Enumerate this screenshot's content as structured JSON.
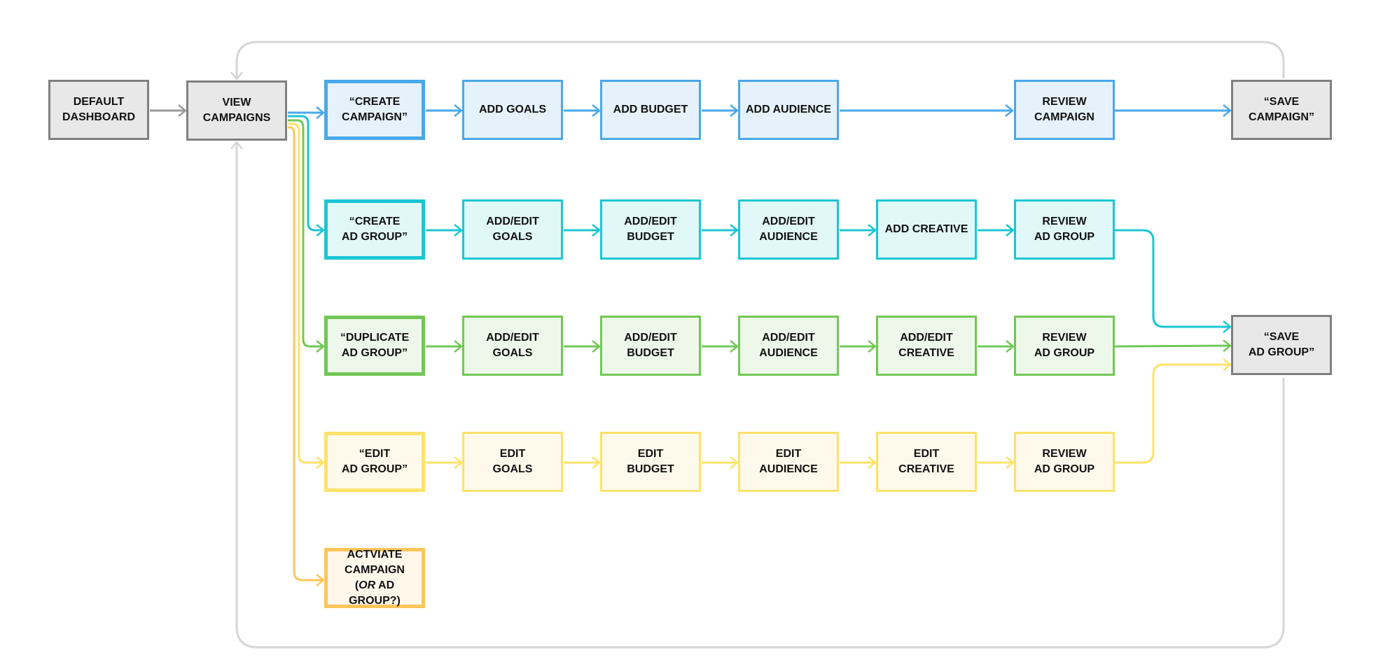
{
  "colors": {
    "gray": "#808080",
    "blue": "#4aa8ea",
    "cyan": "#1cc6d2",
    "green": "#72c856",
    "yellow": "#fde26a",
    "orange": "#fdc659",
    "loop": "#d6d6d6"
  },
  "nodes": {
    "default_dashboard": {
      "line1": "DEFAULT",
      "line2": "DASHBOARD"
    },
    "view_campaigns": {
      "line1": "VIEW",
      "line2": "CAMPAIGNS"
    },
    "create_campaign": {
      "line1": "“CREATE",
      "line2": "CAMPAIGN”"
    },
    "add_goals": {
      "line1": "ADD GOALS"
    },
    "add_budget": {
      "line1": "ADD BUDGET"
    },
    "add_audience": {
      "line1": "ADD AUDIENCE"
    },
    "review_campaign": {
      "line1": "REVIEW",
      "line2": "CAMPAIGN"
    },
    "save_campaign": {
      "line1": "“SAVE",
      "line2": "CAMPAIGN”"
    },
    "create_ad_group": {
      "line1": "“CREATE",
      "line2": "AD GROUP”"
    },
    "cag_goals": {
      "line1": "ADD/EDIT",
      "line2": "GOALS"
    },
    "cag_budget": {
      "line1": "ADD/EDIT",
      "line2": "BUDGET"
    },
    "cag_audience": {
      "line1": "ADD/EDIT",
      "line2": "AUDIENCE"
    },
    "cag_creative": {
      "line1": "ADD CREATIVE"
    },
    "cag_review": {
      "line1": "REVIEW",
      "line2": "AD GROUP"
    },
    "save_ad_group": {
      "line1": "“SAVE",
      "line2": "AD GROUP”"
    },
    "duplicate_ad_group": {
      "line1": "“DUPLICATE",
      "line2": "AD GROUP”"
    },
    "dag_goals": {
      "line1": "ADD/EDIT",
      "line2": "GOALS"
    },
    "dag_budget": {
      "line1": "ADD/EDIT",
      "line2": "BUDGET"
    },
    "dag_audience": {
      "line1": "ADD/EDIT",
      "line2": "AUDIENCE"
    },
    "dag_creative": {
      "line1": "ADD/EDIT",
      "line2": "CREATIVE"
    },
    "dag_review": {
      "line1": "REVIEW",
      "line2": "AD GROUP"
    },
    "edit_ad_group": {
      "line1": "“EDIT",
      "line2": "AD GROUP”"
    },
    "eag_goals": {
      "line1": "EDIT",
      "line2": "GOALS"
    },
    "eag_budget": {
      "line1": "EDIT",
      "line2": "BUDGET"
    },
    "eag_audience": {
      "line1": "EDIT",
      "line2": "AUDIENCE"
    },
    "eag_creative": {
      "line1": "EDIT",
      "line2": "CREATIVE"
    },
    "eag_review": {
      "line1": "REVIEW",
      "line2": "AD GROUP"
    },
    "activate": {
      "line1": "ACTVIATE",
      "line2": "CAMPAIGN",
      "line3_pre": "(",
      "line3_em": "OR",
      "line3_post": " AD GROUP?)"
    }
  }
}
